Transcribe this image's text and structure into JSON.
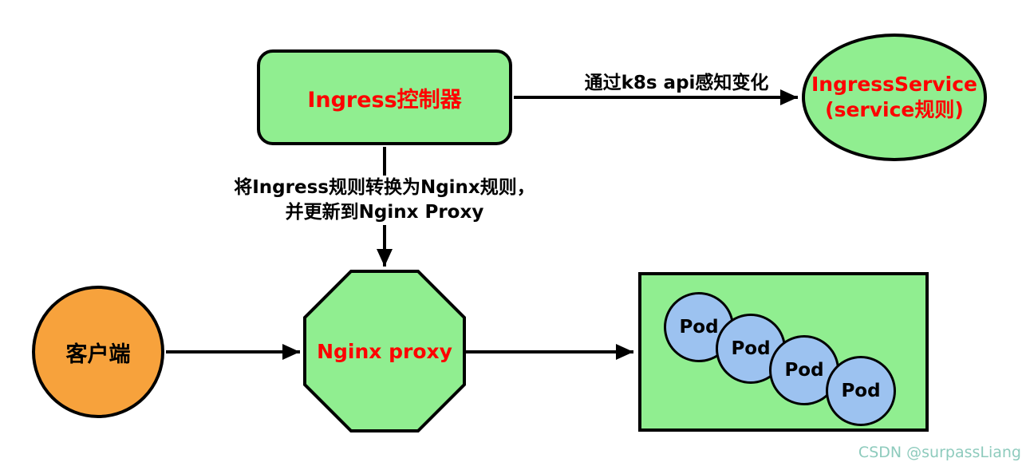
{
  "colors": {
    "shape_green": "#90EE90",
    "client_orange": "#F7A23C",
    "pod_blue": "#9CC2F0",
    "label_red": "#FF0000",
    "outline_black": "#000000",
    "watermark_teal": "#8ECBBD"
  },
  "nodes": {
    "ingress_controller": "Ingress控制器",
    "ingress_service_line1": "IngressService",
    "ingress_service_line2": "(service规则)",
    "client": "客户端",
    "nginx_proxy": "Nginx proxy"
  },
  "edges": {
    "api_label": "通过k8s api感知变化",
    "transform_label_line1": "将Ingress规则转换为Nginx规则，",
    "transform_label_line2": "并更新到Nginx Proxy"
  },
  "pods": [
    "Pod",
    "Pod",
    "Pod",
    "Pod"
  ],
  "watermark": "CSDN @surpassLiang"
}
